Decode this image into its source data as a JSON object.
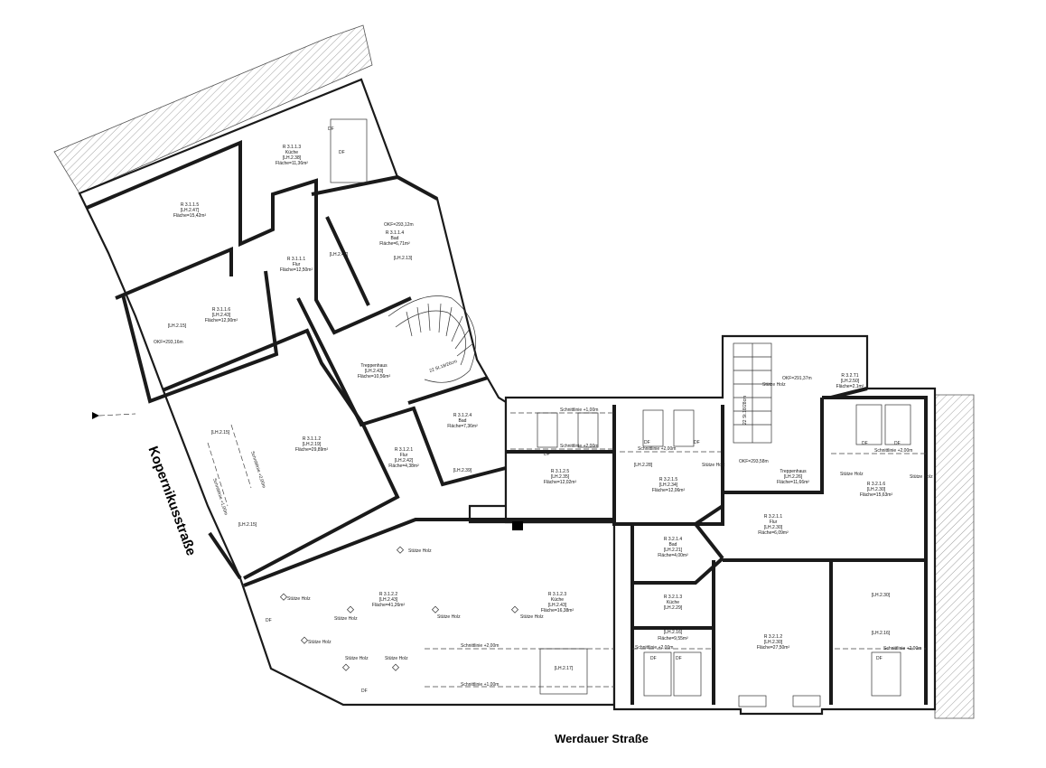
{
  "streets": {
    "bottom": "Werdauer Straße",
    "left": "Kopernikusstraße"
  },
  "rooms": [
    {
      "id": "R 3.1.1.3",
      "name": "Küche",
      "code": "[LH.2.38]",
      "area": "Fläche=11,36m²"
    },
    {
      "id": "R 3.1.1.5",
      "name": "",
      "code": "[LH.2.47]",
      "area": "Fläche=15,42m²"
    },
    {
      "id": "R 3.1.1.4",
      "name": "Bad",
      "code": "",
      "area": "Fläche=6,71m²"
    },
    {
      "id": "R 3.1.1.1",
      "name": "Flur",
      "code": "",
      "area": "Fläche=12,50m²"
    },
    {
      "id": "R 3.1.1.6",
      "name": "",
      "code": "[LH.2.43]",
      "area": "Fläche=12,90m²"
    },
    {
      "id": "",
      "name": "Treppenhaus",
      "code": "[LH.2.43]",
      "area": "Fläche=10,56m²"
    },
    {
      "id": "R 3.1.2.4",
      "name": "Bad",
      "code": "",
      "area": "Fläche=7,36m²"
    },
    {
      "id": "R 3.1.1.2",
      "name": "",
      "code": "[LH.2.19]",
      "area": "Fläche=29,89m²"
    },
    {
      "id": "R 3.1.2.1",
      "name": "Flur",
      "code": "[LH.2.42]",
      "area": "Fläche=4,38m²"
    },
    {
      "id": "R 3.1.2.5",
      "name": "",
      "code": "[LH.2.35]",
      "area": "Fläche=12,02m²"
    },
    {
      "id": "R 3.2.1.5",
      "name": "",
      "code": "[LH.2.34]",
      "area": "Fläche=12,06m²"
    },
    {
      "id": "",
      "name": "Treppenhaus",
      "code": "[LH.2.26]",
      "area": "Fläche=11,66m²"
    },
    {
      "id": "R 3.2.1.6",
      "name": "",
      "code": "[LH.2.30]",
      "area": "Fläche=15,63m²"
    },
    {
      "id": "R 3.2.T1",
      "name": "",
      "code": "[LH.2.50]",
      "area": "Fläche=2,1m²"
    },
    {
      "id": "R 3.2.1.1",
      "name": "Flur",
      "code": "[LH.2.30]",
      "area": "Fläche=6,09m²"
    },
    {
      "id": "R 3.2.1.4",
      "name": "Bad",
      "code": "[LH.2.21]",
      "area": "Fläche=4,00m²"
    },
    {
      "id": "R 3.1.2.2",
      "name": "",
      "code": "[LH.2.43]",
      "area": "Fläche=41,26m²"
    },
    {
      "id": "R 3.1.2.3",
      "name": "Küche",
      "code": "[LH.2.43]",
      "area": "Fläche=16,38m²"
    },
    {
      "id": "R 3.2.1.3",
      "name": "Küche",
      "code": "[LH.2.29]",
      "area": "Fläche=9,55m²"
    },
    {
      "id": "R 3.2.1.2",
      "name": "",
      "code": "[LH.2.30]",
      "area": "Fläche=27,50m²"
    }
  ],
  "labels": {
    "lh_2_15a": "[LH.2.15]",
    "lh_2_15b": "[LH.2.15]",
    "lh_2_15c": "[LH.2.15]",
    "lh_2_47": "[LH.2.47]",
    "lh_2_13": "[LH.2.13]",
    "lh_2_39": "[LH.2.39]",
    "lh_2_28": "[LH.2.28]",
    "lh_2_16a": "[LH.2.16]",
    "lh_2_16b": "[LH.2.16]",
    "lh_2_17": "[LH.2.17]",
    "lh_2_30b": "[LH.2.30]",
    "okf1": "OKF=293,12m",
    "okf2": "OKF=293,16m",
    "okf3": "OKF=291,37m",
    "okf4": "OKF=293,58m",
    "schnitt1": "Schnittlinie +1,00m",
    "schnitt2": "Schnittlinie +2,00m",
    "schnitt3": "Schnittlinie +2,00m",
    "schnitt4": "Schnittlinie +2,00m",
    "schnitt5": "Schnittlinie +2,00m",
    "schnitt6": "Schnittlinie +2,00m",
    "schnitt7": "Schnittlinie +1,00m",
    "stuetze": "Stütze Holz",
    "df": "DF",
    "stair1": "22 St.18/26cm",
    "stair2": "22 St.18/28cm"
  }
}
